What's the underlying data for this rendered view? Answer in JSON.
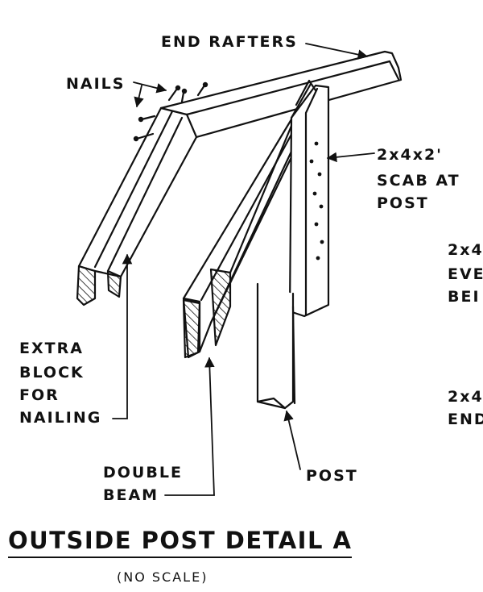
{
  "labels": {
    "end_rafters": "END RAFTERS",
    "nails": "NAILS",
    "scab": [
      "2x4x2'",
      "SCAB AT",
      "POST"
    ],
    "cut_right_1": [
      "2x4",
      "EVE",
      "BEI"
    ],
    "cut_right_2": [
      "2x4",
      "END"
    ],
    "extra_block": [
      "EXTRA",
      "BLOCK",
      "FOR",
      "NAILING"
    ],
    "double_beam": [
      "DOUBLE",
      "BEAM"
    ],
    "post": "POST"
  },
  "title": "OUTSIDE POST DETAIL A",
  "subtitle": "(NO SCALE)"
}
